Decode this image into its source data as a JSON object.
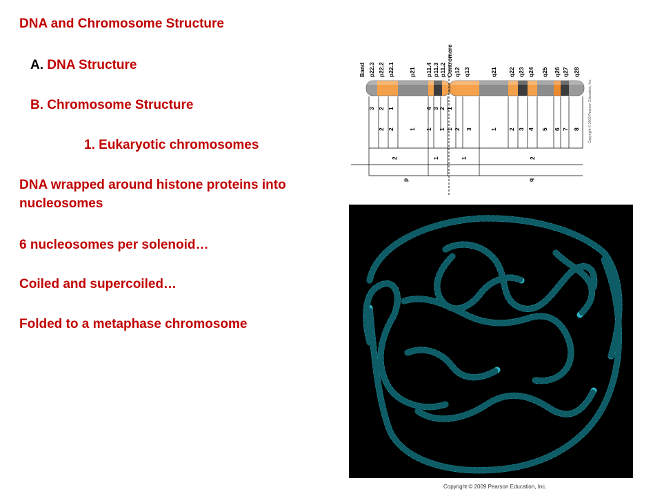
{
  "slide": {
    "title": "DNA and Chromosome Structure",
    "outline": [
      {
        "marker": "A.",
        "text": "DNA Structure"
      },
      {
        "marker": "B.",
        "text": "Chromosome Structure"
      },
      {
        "marker": "1.",
        "text": "Eukaryotic chromosomes"
      }
    ],
    "body": [
      "DNA wrapped around histone proteins into",
      "nucleosomes",
      "6 nucleosomes per solenoid…",
      "Coiled and supercoiled…",
      "Folded to a metaphase chromosome"
    ]
  },
  "idiogram": {
    "band_header": "Band",
    "centromere_label": "Centromere",
    "band_labels": [
      "p22.3",
      "p22.2",
      "p22.1",
      "p21",
      "p11.4",
      "p11.3",
      "p11.2",
      "q12",
      "q13",
      "q21",
      "q22",
      "q23",
      "q24",
      "q25",
      "q26",
      "q27",
      "q28"
    ],
    "row1": [
      "3",
      "2",
      "1",
      "4",
      "3",
      "2",
      "1"
    ],
    "row2": [
      "2",
      "2",
      "1",
      "1",
      "1",
      "1",
      "2",
      "3",
      "1",
      "2",
      "3",
      "4",
      "5",
      "6",
      "7",
      "8"
    ],
    "row3": [
      "2",
      "1",
      "1",
      "2"
    ],
    "arms": [
      "p",
      "q"
    ],
    "copyright": "Copyright © 2009 Pearson Education, Inc.",
    "colors": {
      "gray": "#8C8C8C",
      "orange": "#F4A04A",
      "dark": "#3C3C3C",
      "stripe": "#EE8A2E"
    }
  },
  "micrograph": {
    "copyright": "Copyright © 2009 Pearson Education, Inc.",
    "colors": {
      "background": "#000000",
      "stain": "#2BB5C6",
      "stain_dark": "#0E5C66"
    }
  }
}
